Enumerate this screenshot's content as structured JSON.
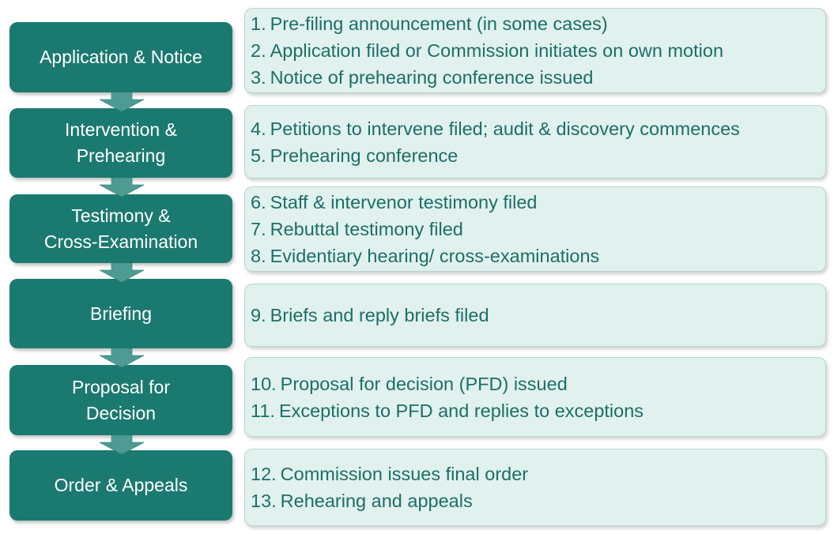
{
  "colors": {
    "stage_fill": "#1b7a70",
    "panel_fill": "#e1f1ee",
    "panel_border": "#b8d6d0",
    "step_text": "#1b6f67",
    "arrow_fill": "#4d9b92"
  },
  "stages": [
    {
      "label": "Application & Notice",
      "steps": [
        {
          "num": "1.",
          "text": "Pre-filing announcement (in some cases)"
        },
        {
          "num": "2.",
          "text": "Application filed or Commission initiates on own motion"
        },
        {
          "num": "3.",
          "text": "Notice of prehearing conference issued"
        }
      ]
    },
    {
      "label": "Intervention &\nPrehearing",
      "steps": [
        {
          "num": "4.",
          "text": "Petitions to intervene filed; audit & discovery commences"
        },
        {
          "num": "5.",
          "text": "Prehearing conference"
        }
      ]
    },
    {
      "label": "Testimony &\nCross-Examination",
      "steps": [
        {
          "num": "6.",
          "text": "Staff & intervenor testimony filed"
        },
        {
          "num": "7.",
          "text": "Rebuttal testimony filed"
        },
        {
          "num": "8.",
          "text": "Evidentiary hearing/ cross-examinations"
        }
      ]
    },
    {
      "label": "Briefing",
      "steps": [
        {
          "num": "9.",
          "text": "Briefs and reply briefs filed"
        }
      ]
    },
    {
      "label": "Proposal for\nDecision",
      "steps": [
        {
          "num": "10.",
          "text": "Proposal for decision (PFD) issued"
        },
        {
          "num": "11.",
          "text": "Exceptions to PFD and replies to exceptions"
        }
      ]
    },
    {
      "label": "Order & Appeals",
      "steps": [
        {
          "num": "12.",
          "text": "Commission issues final order"
        },
        {
          "num": "13.",
          "text": "Rehearing and appeals"
        }
      ]
    }
  ]
}
